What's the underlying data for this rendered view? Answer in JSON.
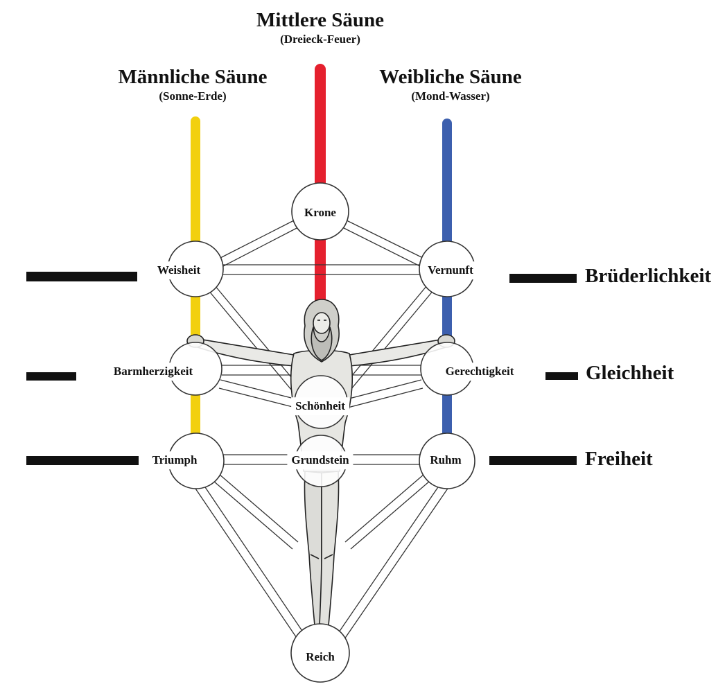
{
  "headers": {
    "middle": {
      "title": "Mittlere Säune",
      "subtitle": "(Dreieck-Feuer)",
      "color": "#e5202e"
    },
    "male": {
      "title": "Männliche Säune",
      "subtitle": "(Sonne-Erde)",
      "color": "#f2d00f"
    },
    "female": {
      "title": "Weibliche Säune",
      "subtitle": "(Mond-Wasser)",
      "color": "#3c5fae"
    }
  },
  "sephiroth": {
    "krone": "Krone",
    "weisheit": "Weisheit",
    "vernunft": "Vernunft",
    "barmherzigkeit": "Barmherzigkeit",
    "gerechtigkeit": "Gerechtigkeit",
    "schoenheit": "Schönheit",
    "triumph": "Triumph",
    "grundstein": "Grundstein",
    "ruhm": "Ruhm",
    "reich": "Reich"
  },
  "virtues": {
    "top": "Brüderlichkeit",
    "middle": "Gleichheit",
    "bottom": "Freiheit"
  },
  "icons": {
    "figure": "crucified-bearded-man-figure"
  }
}
